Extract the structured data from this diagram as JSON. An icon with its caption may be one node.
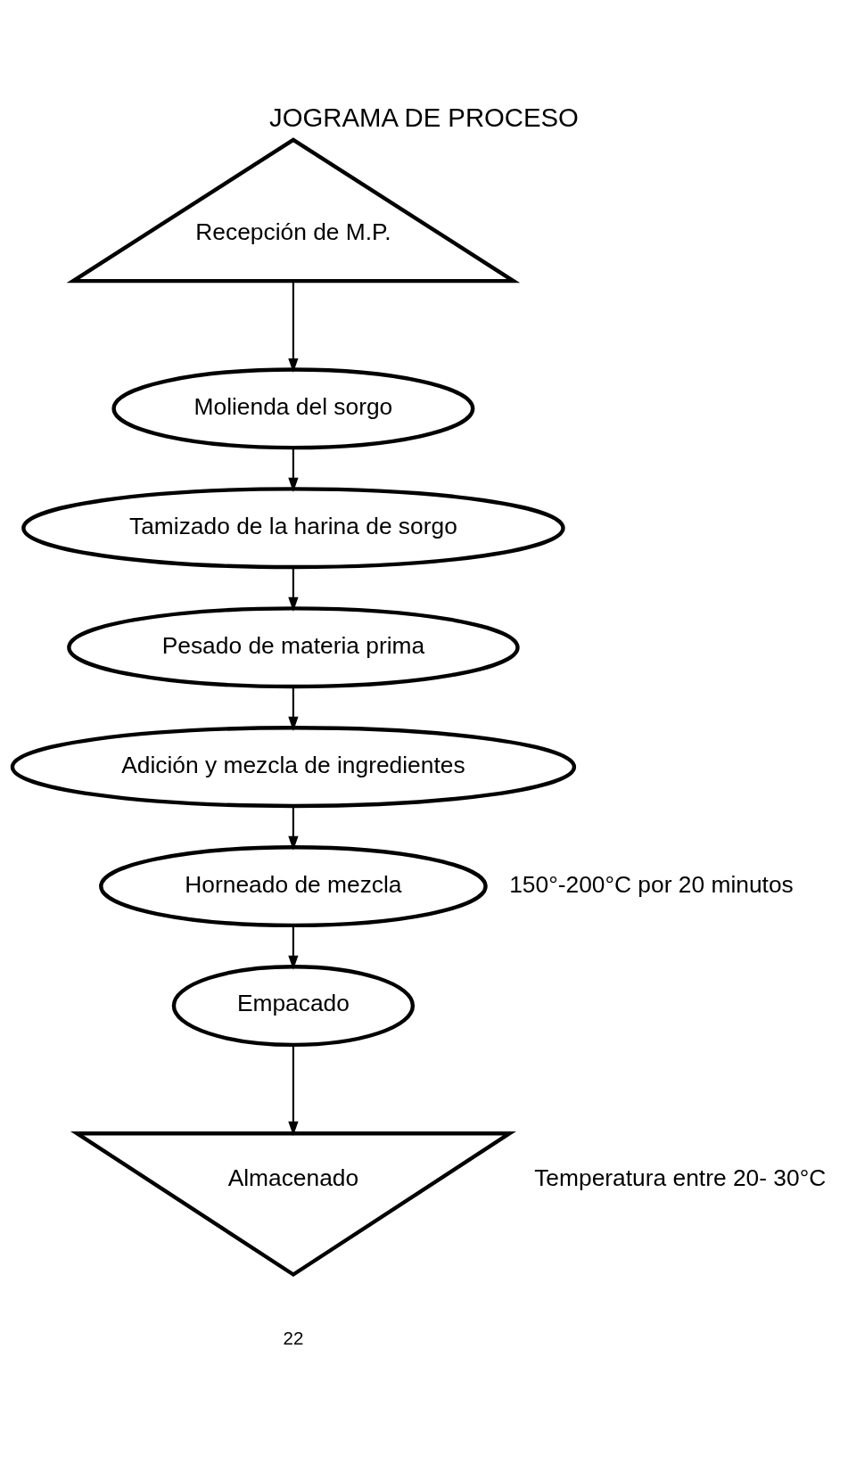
{
  "diagram": {
    "title": "JOGRAMA DE PROCESO",
    "nodes": [
      {
        "text": [
          "Recepción de M.P."
        ]
      },
      {
        "text": [
          "Molienda del sorgo"
        ]
      },
      {
        "text": [
          "Tamizado de la harina de sorgo"
        ]
      },
      {
        "text": [
          "Pesado de materia prima"
        ]
      },
      {
        "text": [
          "Adición y mezcla de ingredientes"
        ]
      },
      {
        "text": [
          "Horneado de mezcla"
        ],
        "beside": [
          "150°-200°C por 20 minutos"
        ]
      },
      {
        "text": [
          "Empacado"
        ]
      },
      {
        "text": [
          "Almacenado"
        ],
        "beside": [
          "Temperatura entre 20- 30°C"
        ]
      }
    ],
    "edges": [
      {
        "from": 0,
        "to": 1,
        "arrow": "to"
      },
      {
        "from": 1,
        "to": 2,
        "arrow": "to"
      },
      {
        "from": 2,
        "to": 3,
        "arrow": "to"
      },
      {
        "from": 3,
        "to": 4,
        "arrow": "to"
      },
      {
        "from": 4,
        "to": 5,
        "arrow": "to"
      },
      {
        "from": 5,
        "to": 6,
        "arrow": "to"
      },
      {
        "from": 6,
        "to": 7,
        "arrow": "to"
      }
    ],
    "labels": [
      "22"
    ]
  }
}
